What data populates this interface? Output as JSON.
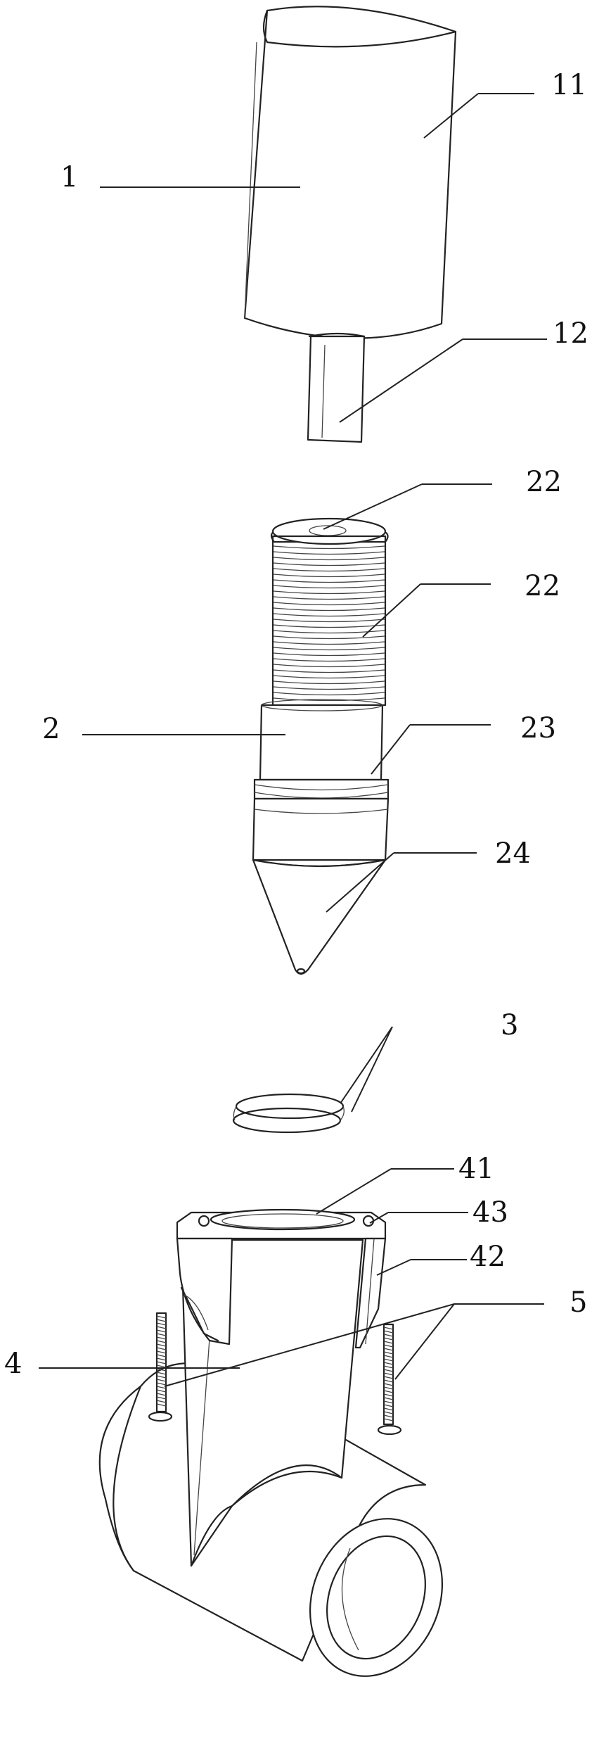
{
  "labels": {
    "l1": "1",
    "l11": "11",
    "l12": "12",
    "l22a": "22",
    "l22b": "22",
    "l2": "2",
    "l23": "23",
    "l24": "24",
    "l3": "3",
    "l41": "41",
    "l43": "43",
    "l42": "42",
    "l5": "5",
    "l4": "4"
  }
}
